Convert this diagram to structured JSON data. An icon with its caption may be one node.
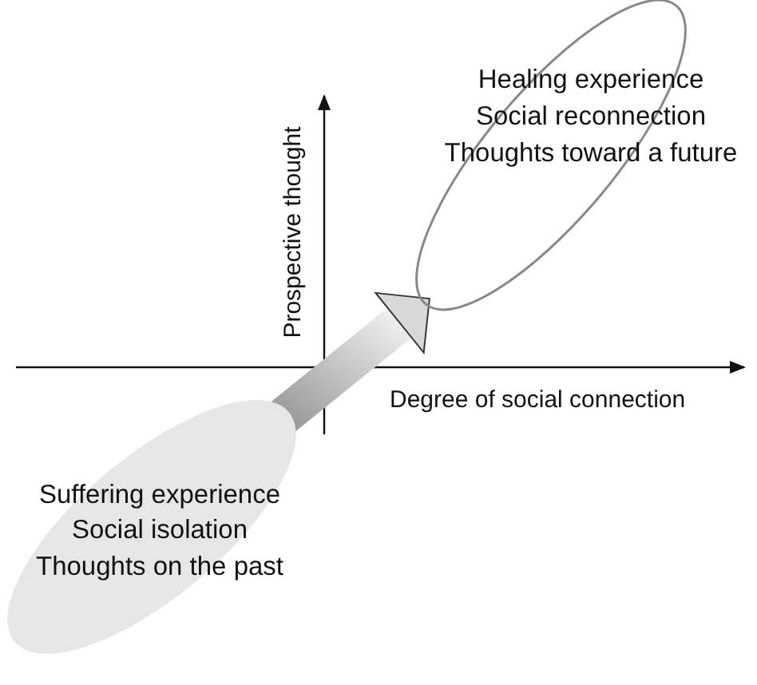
{
  "diagram": {
    "nodes": [
      {
        "text": [
          "Suffering experience",
          "Social isolation",
          "Thoughts on the past"
        ]
      },
      {
        "text": [
          "Healing experience",
          "Social reconnection",
          "Thoughts toward a future"
        ]
      }
    ],
    "edges": [
      {
        "from": 0,
        "to": 1,
        "arrow": "to",
        "style": "thick"
      }
    ],
    "labels": [
      "Prospective thought",
      "Degree of social connection"
    ]
  }
}
